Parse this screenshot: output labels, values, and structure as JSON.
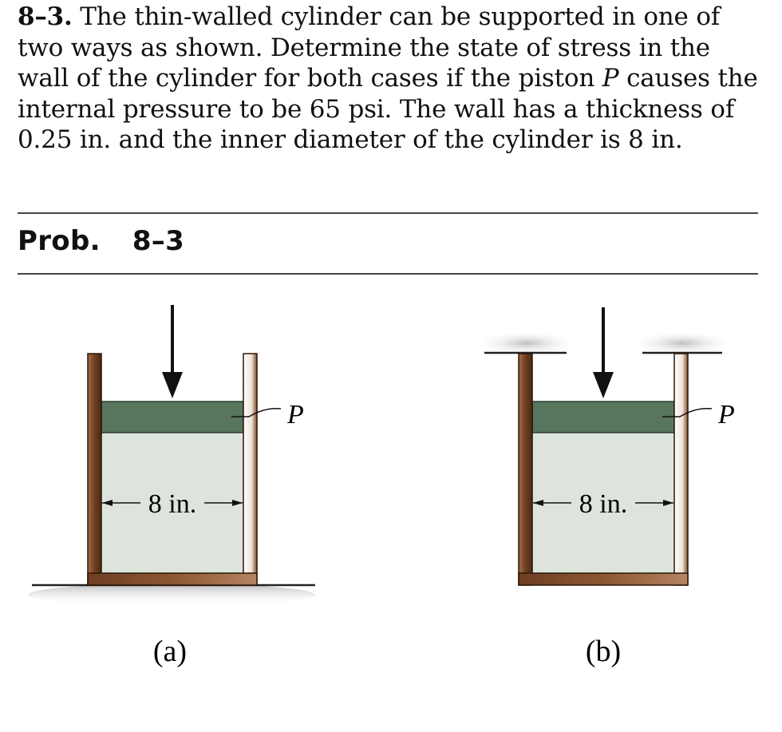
{
  "problem": {
    "number": "8–3.",
    "text_1": " The thin-walled cylinder can be supported in one of two ways as shown. Determine the state of stress in the wall of the cylinder for both cases if the piston ",
    "piston_symbol": "P",
    "text_2": " causes the internal pressure to be 65 psi. The wall has a thickness of 0.25 in. and the inner diameter of the cylinder is 8 in."
  },
  "caption": {
    "prefix": "Prob.",
    "number": "8–3"
  },
  "figures": {
    "a": {
      "label": "(a)",
      "dimension": "8 in.",
      "piston_label": "P"
    },
    "b": {
      "label": "(b)",
      "dimension": "8 in.",
      "piston_label": "P"
    }
  },
  "colors": {
    "wall": "#6e3f22",
    "wall_highlight": "#f3e9df",
    "fluid": "#dde4dc",
    "piston": "#58755e",
    "ground_shadow": "#c7c7c7"
  }
}
